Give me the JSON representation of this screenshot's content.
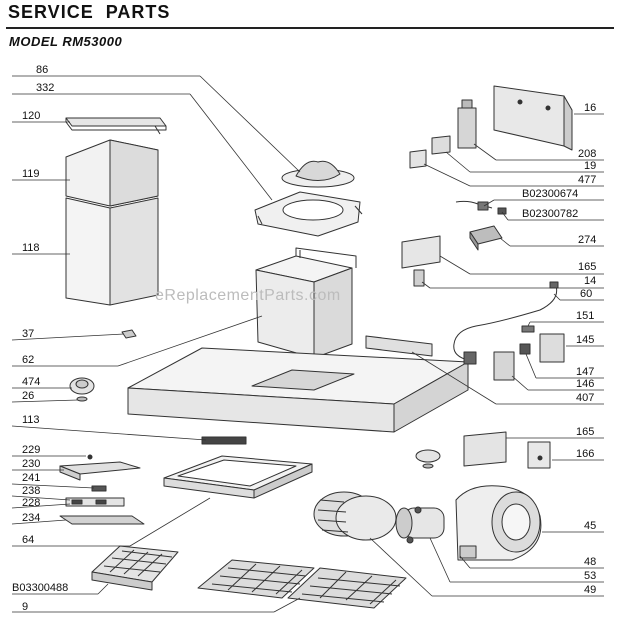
{
  "header": {
    "title": "SERVICE PARTS",
    "model": "MODEL RM53000"
  },
  "watermark": "eReplacementParts.com",
  "labels": {
    "p86": "86",
    "p332": "332",
    "p120": "120",
    "p119": "119",
    "p118": "118",
    "p37": "37",
    "p62": "62",
    "p474": "474",
    "p26": "26",
    "p113": "113",
    "p229": "229",
    "p230": "230",
    "p241": "241",
    "p238": "238",
    "p228": "228",
    "p234": "234",
    "p64": "64",
    "pB03300488": "B03300488",
    "p9": "9",
    "p16": "16",
    "p208": "208",
    "p19": "19",
    "p477": "477",
    "pB02300674": "B02300674",
    "pB02300782": "B02300782",
    "p274": "274",
    "p165a": "165",
    "p14": "14",
    "p60": "60",
    "p151": "151",
    "p145": "145",
    "p147": "147",
    "p146": "146",
    "p407": "407",
    "p165b": "165",
    "p166": "166",
    "p45": "45",
    "p48": "48",
    "p53": "53",
    "p49": "49"
  }
}
